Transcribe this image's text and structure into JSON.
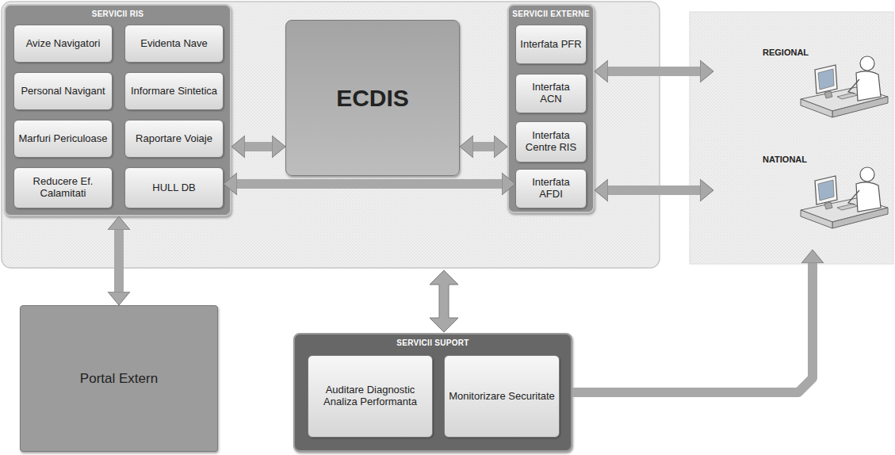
{
  "diagram": {
    "nodes": [
      {
        "text": [
          "SERVICII RIS"
        ]
      },
      {
        "text": [
          "Avize Navigatori"
        ],
        "in": 0
      },
      {
        "text": [
          "Evidenta Nave"
        ],
        "in": 0
      },
      {
        "text": [
          "Personal Navigant"
        ],
        "in": 0
      },
      {
        "text": [
          "Informare Sintetica"
        ],
        "in": 0
      },
      {
        "text": [
          "Marfuri Periculoase"
        ],
        "in": 0
      },
      {
        "text": [
          "Raportare Voiaje"
        ],
        "in": 0
      },
      {
        "text": [
          "Reducere Ef. Calamitati"
        ],
        "in": 0
      },
      {
        "text": [
          "HULL DB"
        ],
        "in": 0
      },
      {
        "text": [
          "ECDIS"
        ]
      },
      {
        "text": [
          "SERVICII EXTERNE"
        ]
      },
      {
        "text": [
          "Interfata PFR"
        ],
        "in": 10
      },
      {
        "text": [
          "Interfata ACN"
        ],
        "in": 10
      },
      {
        "text": [
          "Interfata Centre RIS"
        ],
        "in": 10
      },
      {
        "text": [
          "Interfata AFDI"
        ],
        "in": 10
      },
      {
        "text": [
          "REGIONAL"
        ]
      },
      {
        "text": [
          "NATIONAL"
        ]
      },
      {
        "text": [
          "Portal Extern"
        ]
      },
      {
        "text": [
          "SERVICII SUPORT"
        ]
      },
      {
        "text": [
          "Auditare Diagnostic Analiza Performanta"
        ],
        "in": 18
      },
      {
        "text": [
          "Monitorizare Securitate"
        ],
        "in": 18
      }
    ],
    "edges": [
      {
        "from": 0,
        "to": 9,
        "arrow": "both"
      },
      {
        "from": 9,
        "to": 10,
        "arrow": "both"
      },
      {
        "from": 8,
        "to": 14,
        "arrow": "both"
      },
      {
        "from": 10,
        "to": 15,
        "arrow": "both"
      },
      {
        "from": 10,
        "to": 16,
        "arrow": "both"
      },
      {
        "from": 0,
        "to": 17,
        "arrow": "both"
      },
      {
        "from": 18,
        "to": 16,
        "arrow": "to"
      }
    ]
  }
}
